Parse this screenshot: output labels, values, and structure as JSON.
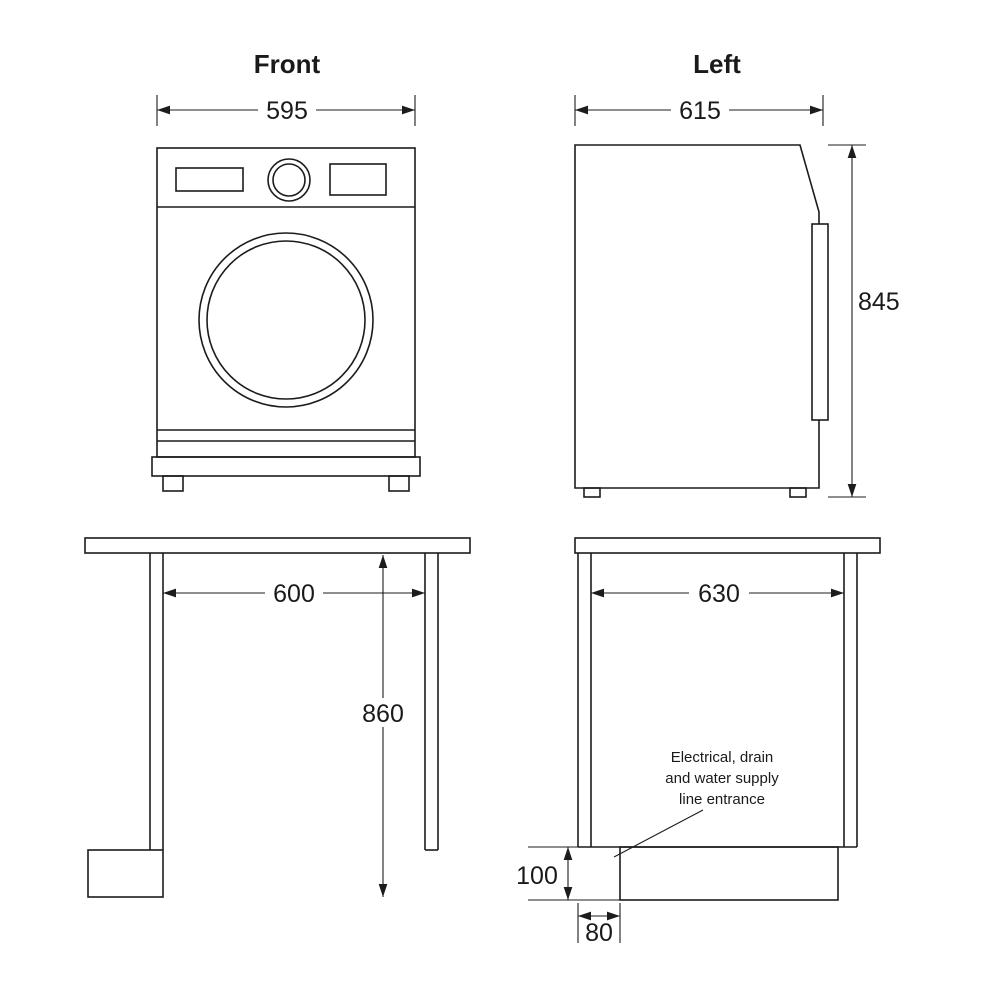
{
  "colors": {
    "line": "#1c1c1c",
    "text": "#1a1a1a",
    "background": "#ffffff"
  },
  "front_view": {
    "title": "Front",
    "width_mm": "595"
  },
  "left_view": {
    "title": "Left",
    "depth_mm": "615",
    "height_mm": "845"
  },
  "niche_front_view": {
    "opening_width_mm": "600",
    "opening_height_mm": "860"
  },
  "niche_side_view": {
    "opening_depth_mm": "630",
    "plinth_height_mm": "100",
    "plinth_recess_mm": "80",
    "note_lines": [
      "Electrical, drain",
      "and water supply",
      "line entrance"
    ]
  }
}
